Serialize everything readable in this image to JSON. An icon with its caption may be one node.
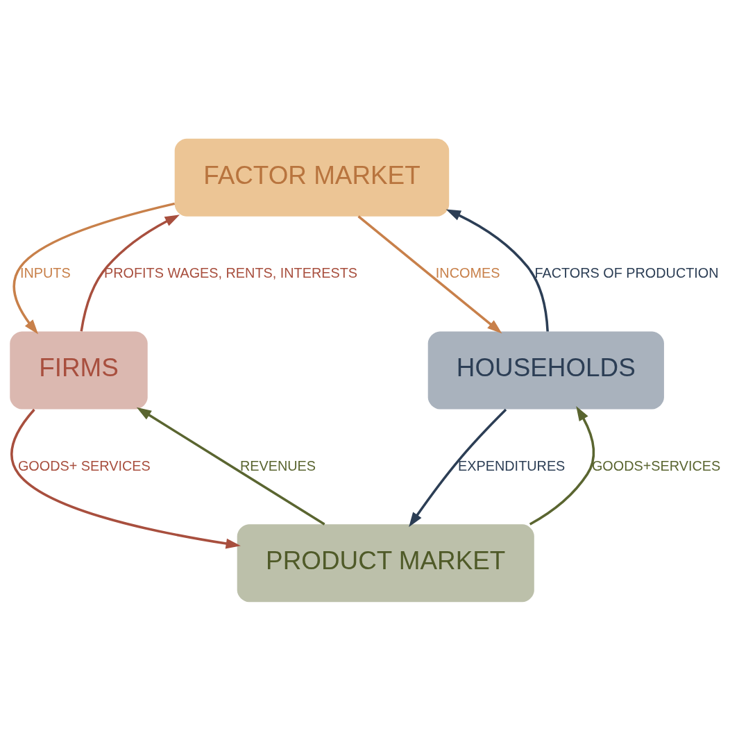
{
  "diagram": {
    "nodes": [
      {
        "text": [
          "FACTOR MARKET"
        ]
      },
      {
        "text": [
          "FIRMS"
        ]
      },
      {
        "text": [
          "HOUSEHOLDS"
        ]
      },
      {
        "text": [
          "PRODUCT MARKET"
        ]
      }
    ],
    "edges": [
      {
        "from": 1,
        "to": 0,
        "arrow": "to",
        "label": "PROFITS WAGES, RENTS, INTERESTS",
        "color": "#a84f3e"
      },
      {
        "from": 0,
        "to": 1,
        "arrow": "to",
        "label": "INPUTS",
        "color": "#c8804a"
      },
      {
        "from": 0,
        "to": 2,
        "arrow": "to",
        "label": "INCOMES",
        "color": "#c8804a"
      },
      {
        "from": 2,
        "to": 0,
        "arrow": "to",
        "label": "FACTORS OF PRODUCTION",
        "color": "#2c3e55"
      },
      {
        "from": 2,
        "to": 3,
        "arrow": "to",
        "label": "EXPENDITURES",
        "color": "#2c3e55"
      },
      {
        "from": 3,
        "to": 2,
        "arrow": "to",
        "label": "GOODS+SERVICES",
        "color": "#5a6530"
      },
      {
        "from": 1,
        "to": 3,
        "arrow": "to",
        "label": "GOODS+ SERVICES",
        "color": "#a84f3e"
      },
      {
        "from": 3,
        "to": 1,
        "arrow": "to",
        "label": "REVENUES",
        "color": "#5a6530"
      }
    ]
  }
}
